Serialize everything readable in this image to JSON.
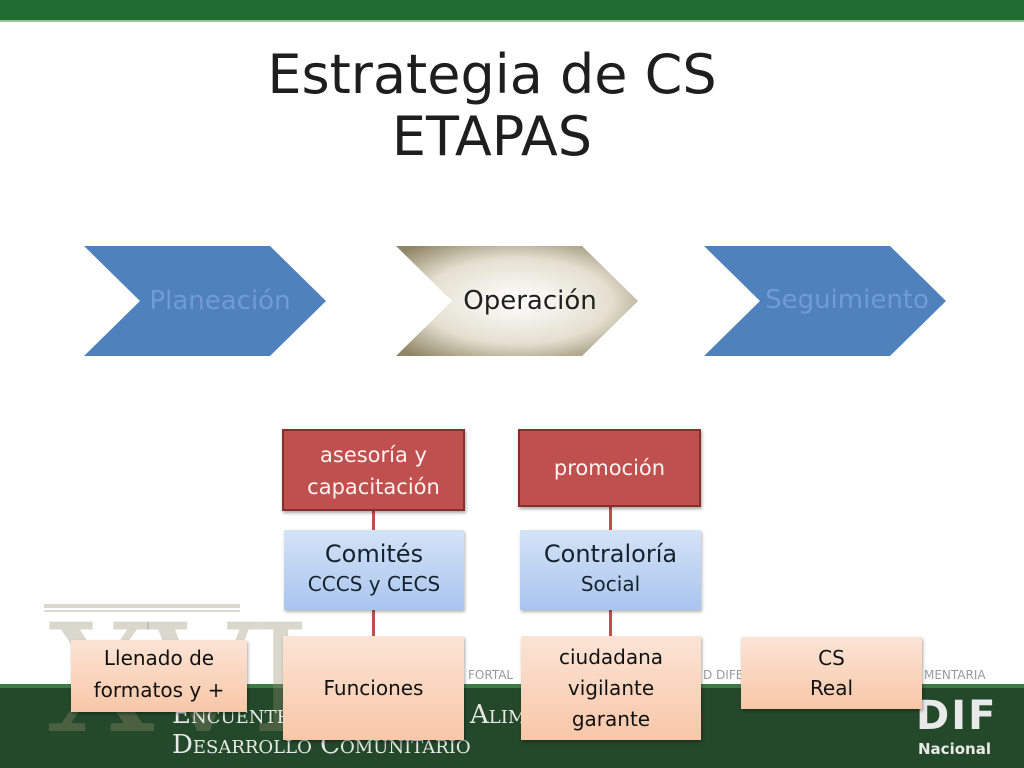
{
  "header": {
    "title_line1": "Estrategia de CS",
    "title_line2": "ETAPAS"
  },
  "stages": [
    {
      "label": "Planeación"
    },
    {
      "label": "Operación"
    },
    {
      "label": "Seguimiento"
    }
  ],
  "columns": {
    "asesoria": {
      "red": "asesoría y capacitación",
      "blue_title": "Comités",
      "blue_sub": "CCCS y CECS",
      "orange": "Funciones"
    },
    "promocion": {
      "red": "promoción",
      "blue_title": "Contraloría",
      "blue_sub": "Social",
      "orange": "ciudadana vigilante garante"
    }
  },
  "side_boxes": {
    "llenado": "Llenado de formatos y +",
    "cs_real_line1": "CS",
    "cs_real_line2": "Real"
  },
  "footer": {
    "roman": "XVI",
    "fortal_text": "FORTAL",
    "d_dife_text": "D DIFE",
    "mentaria_text": "MENTARIA",
    "line1": "Encuentr",
    "line1b": "Alim",
    "line2": "Desarrollo Comunitario",
    "logo_main": "DIF",
    "logo_sub": "Nacional"
  },
  "colors": {
    "top_bar": "#1f6b30",
    "chevron_blue": "#4f81bd",
    "chevron_active": "#a89e84",
    "red_box": "#c0504d",
    "blue_box": "#b8cfee",
    "orange_box": "#f9d2b8"
  }
}
